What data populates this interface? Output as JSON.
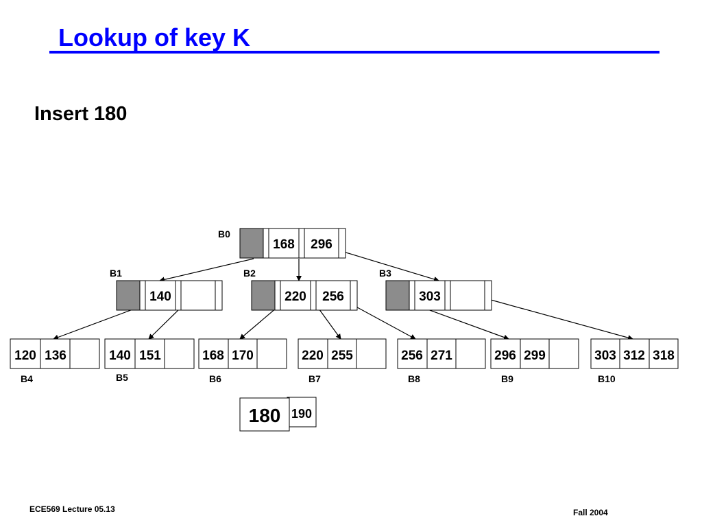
{
  "slide": {
    "title": "Lookup of key K",
    "subtitle": "Insert 180",
    "footer_left": "ECE569  Lecture 05.13",
    "footer_right": "Fall 2004"
  },
  "tree": {
    "root": {
      "label": "B0",
      "keys": [
        "168",
        "296"
      ]
    },
    "internal": [
      {
        "label": "B1",
        "keys": [
          "140",
          ""
        ]
      },
      {
        "label": "B2",
        "keys": [
          "220",
          "256"
        ]
      },
      {
        "label": "B3",
        "keys": [
          "303",
          ""
        ]
      }
    ],
    "leaves": [
      {
        "label": "B4",
        "keys": [
          "120",
          "136",
          ""
        ]
      },
      {
        "label": "B5",
        "keys": [
          "140",
          "151",
          ""
        ]
      },
      {
        "label": "B6",
        "keys": [
          "168",
          "170",
          ""
        ]
      },
      {
        "label": "B7",
        "keys": [
          "220",
          "255",
          ""
        ]
      },
      {
        "label": "B8",
        "keys": [
          "256",
          "271",
          ""
        ]
      },
      {
        "label": "B9",
        "keys": [
          "296",
          "299",
          ""
        ]
      },
      {
        "label": "B10",
        "keys": [
          "303",
          "312",
          "318"
        ]
      }
    ],
    "insert": {
      "key": "180",
      "overflow": "190"
    },
    "colors": {
      "shaded": "#8c8c8c",
      "line": "#000000",
      "title": "#0000ff"
    }
  }
}
